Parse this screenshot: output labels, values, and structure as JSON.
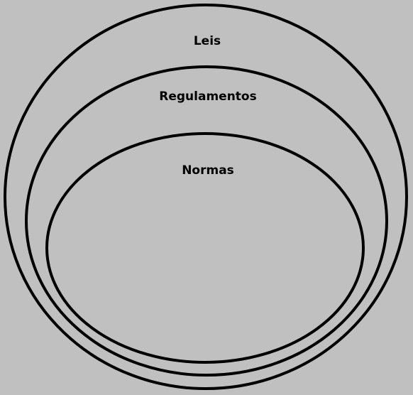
{
  "diagram": {
    "background_color": "#c0c0c0",
    "stroke_color": "#000000",
    "sets": [
      {
        "label": "Leis"
      },
      {
        "label": "Regulamentos"
      },
      {
        "label": "Normas"
      }
    ]
  }
}
